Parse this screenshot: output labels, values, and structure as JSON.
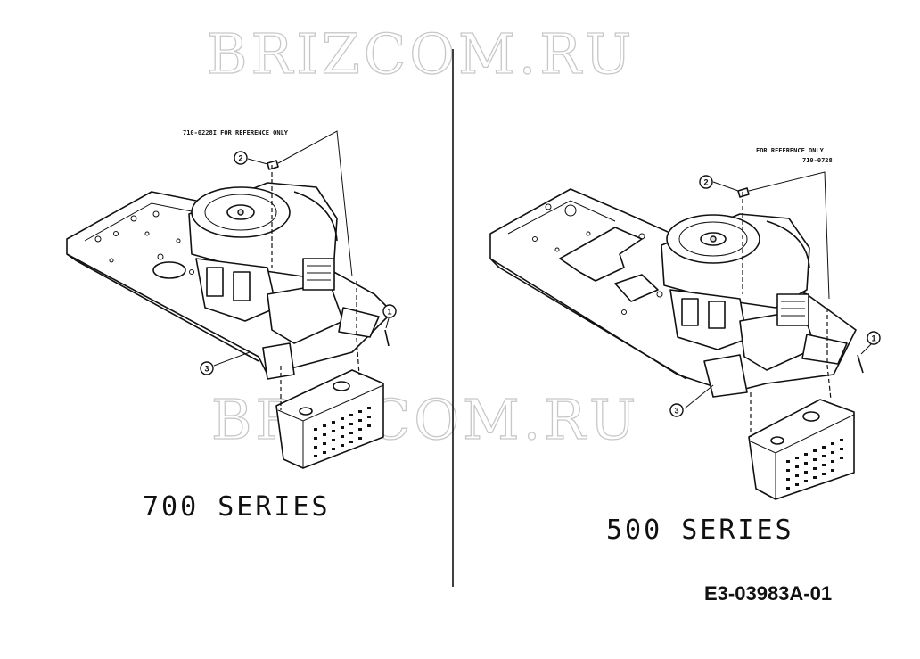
{
  "watermarks": [
    "BRIZCOM.RU",
    "BRIZCOM.RU"
  ],
  "left_panel": {
    "title": "700 SERIES",
    "reference_note": "710-0228I FOR REFERENCE ONLY",
    "callouts": [
      "1",
      "2",
      "3"
    ]
  },
  "right_panel": {
    "title": "500 SERIES",
    "reference_note_line1": "FOR REFERENCE ONLY",
    "reference_note_line2": "710-0728",
    "callouts": [
      "1",
      "2",
      "3"
    ]
  },
  "drawing_code": "E3-03983A-01"
}
